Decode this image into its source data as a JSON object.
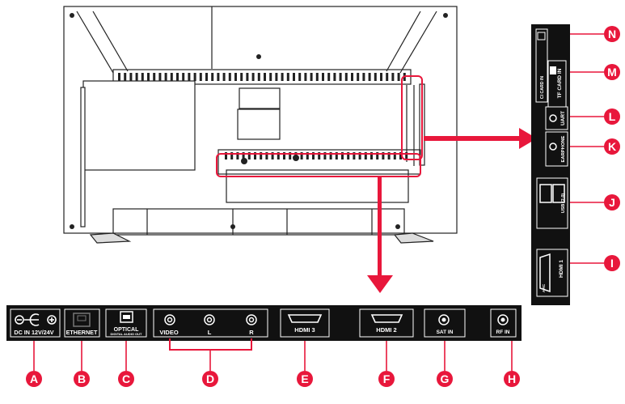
{
  "bottom_ports": [
    {
      "text": "DC IN  12V/24V"
    },
    {
      "text": "ETHERNET"
    },
    {
      "text": "OPTICAL"
    },
    {
      "text": "DIGITAL AUDIO OUT"
    },
    {
      "text": "VIDEO"
    },
    {
      "text": "L"
    },
    {
      "text": "R"
    },
    {
      "text": "HDMI 3"
    },
    {
      "text": "HDMI 2"
    },
    {
      "text": "SAT IN"
    },
    {
      "text": "RF IN"
    }
  ],
  "side_ports": [
    {
      "text": "CI CARD IN"
    },
    {
      "text": "TF CARD IN"
    },
    {
      "text": "UART"
    },
    {
      "text": "EARPHONE"
    },
    {
      "text": "USB (2.0)"
    },
    {
      "text": "HDMI 1"
    },
    {
      "text": "ARC"
    }
  ],
  "callouts": [
    "A",
    "B",
    "C",
    "D",
    "E",
    "F",
    "G",
    "H",
    "I",
    "J",
    "K",
    "L",
    "M",
    "N"
  ],
  "colors": {
    "accent": "#e8173b",
    "panel": "#111111",
    "tv_outline": "#222222"
  }
}
